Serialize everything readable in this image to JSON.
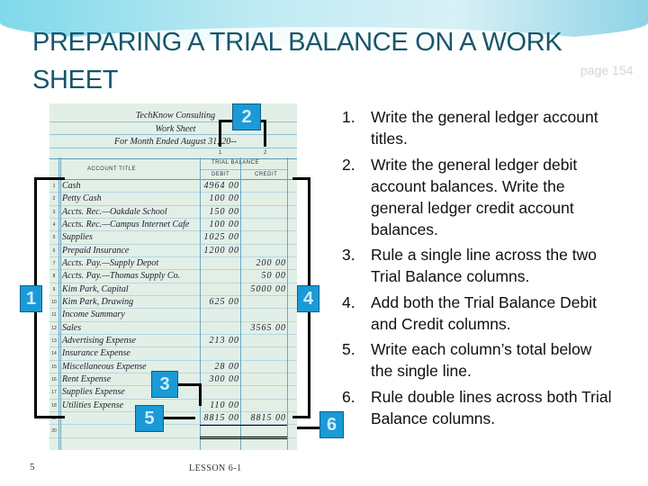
{
  "slide": {
    "title": "PREPARING A TRIAL BALANCE ON A WORK SHEET",
    "page_ref": "page 154",
    "slide_number": "5",
    "footer": "LESSON 6-1"
  },
  "worksheet": {
    "company": "TechKnow Consulting",
    "title": "Work Sheet",
    "period": "For Month Ended August 31, 20--",
    "col_numbers": [
      "1",
      "2"
    ],
    "header_account": "ACCOUNT TITLE",
    "header_trial": "TRIAL BALANCE",
    "header_debit": "DEBIT",
    "header_credit": "CREDIT",
    "rows": [
      {
        "n": "1",
        "account": "Cash",
        "debit": "4964 00",
        "credit": ""
      },
      {
        "n": "2",
        "account": "Petty Cash",
        "debit": "100 00",
        "credit": ""
      },
      {
        "n": "3",
        "account": "Accts. Rec.—Oakdale School",
        "debit": "150 00",
        "credit": ""
      },
      {
        "n": "4",
        "account": "Accts. Rec.—Campus Internet Cafe",
        "debit": "100 00",
        "credit": ""
      },
      {
        "n": "5",
        "account": "Supplies",
        "debit": "1025 00",
        "credit": ""
      },
      {
        "n": "6",
        "account": "Prepaid Insurance",
        "debit": "1200 00",
        "credit": ""
      },
      {
        "n": "7",
        "account": "Accts. Pay.—Supply Depot",
        "debit": "",
        "credit": "200 00"
      },
      {
        "n": "8",
        "account": "Accts. Pay.—Thomas Supply Co.",
        "debit": "",
        "credit": "50 00"
      },
      {
        "n": "9",
        "account": "Kim Park, Capital",
        "debit": "",
        "credit": "5000 00"
      },
      {
        "n": "10",
        "account": "Kim Park, Drawing",
        "debit": "625 00",
        "credit": ""
      },
      {
        "n": "11",
        "account": "Income Summary",
        "debit": "",
        "credit": ""
      },
      {
        "n": "12",
        "account": "Sales",
        "debit": "",
        "credit": "3565 00"
      },
      {
        "n": "13",
        "account": "Advertising Expense",
        "debit": "213 00",
        "credit": ""
      },
      {
        "n": "14",
        "account": "Insurance Expense",
        "debit": "",
        "credit": ""
      },
      {
        "n": "15",
        "account": "Miscellaneous Expense",
        "debit": "28 00",
        "credit": ""
      },
      {
        "n": "16",
        "account": "Rent Expense",
        "debit": "300 00",
        "credit": ""
      },
      {
        "n": "17",
        "account": "Supplies Expense",
        "debit": "",
        "credit": ""
      },
      {
        "n": "18",
        "account": "Utilities Expense",
        "debit": "110 00",
        "credit": ""
      },
      {
        "n": "19",
        "account": "",
        "debit": "8815 00",
        "credit": "8815 00"
      },
      {
        "n": "20",
        "account": "",
        "debit": "",
        "credit": ""
      },
      {
        "n": "",
        "account": "",
        "debit": "",
        "credit": ""
      }
    ]
  },
  "callouts": [
    "1",
    "2",
    "3",
    "4",
    "5",
    "6"
  ],
  "badge_color": "#1a9ad6",
  "steps": [
    {
      "num": "1.",
      "text": "Write the general ledger account titles."
    },
    {
      "num": "2.",
      "text": "Write the general ledger debit account balances. Write the general ledger credit account balances."
    },
    {
      "num": "3.",
      "text": "Rule a single line across the two Trial Balance columns."
    },
    {
      "num": "4.",
      "text": "Add both the Trial Balance Debit and Credit columns."
    },
    {
      "num": "5.",
      "text": "Write each column’s total below the single line."
    },
    {
      "num": "6.",
      "text": "Rule double lines across both Trial Balance columns."
    }
  ]
}
